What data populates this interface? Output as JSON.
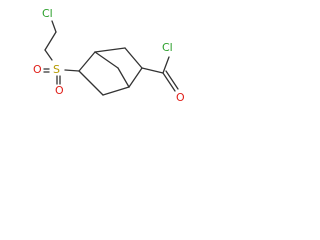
{
  "structure": {
    "atoms": {
      "chlorine_top": "Cl",
      "sulfur": "S",
      "oxygen_left": "O",
      "oxygen_bottom": "O",
      "chlorine_acyl": "Cl",
      "oxygen_acyl": "O"
    },
    "colors": {
      "bond": "#333333",
      "chlorine": "#2ca02c",
      "sulfur": "#b59a00",
      "oxygen": "#e0201a"
    }
  }
}
